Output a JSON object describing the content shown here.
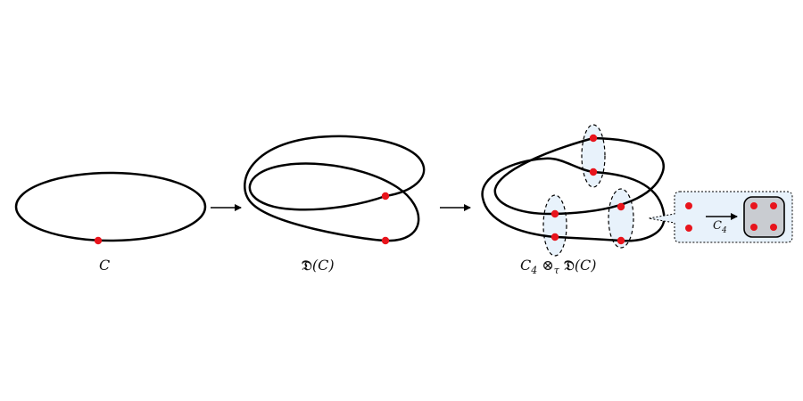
{
  "labels": {
    "c": "C",
    "d_frak": "𝔇",
    "d_arg": "(C)",
    "tensor_base": "C",
    "tensor_sub": "4",
    "tensor_op": "⊗",
    "tensor_op_sub": "τ",
    "tensor_frak": "𝔇",
    "tensor_arg": "(C)",
    "callout_base": "C",
    "callout_sub": "4"
  },
  "colors": {
    "curve": "#000000",
    "dot": "#e8141c",
    "ellipse_fill": "#e8f2fb",
    "callout_fill": "#e8f2fb",
    "square_fill": "#c9ccd1"
  }
}
